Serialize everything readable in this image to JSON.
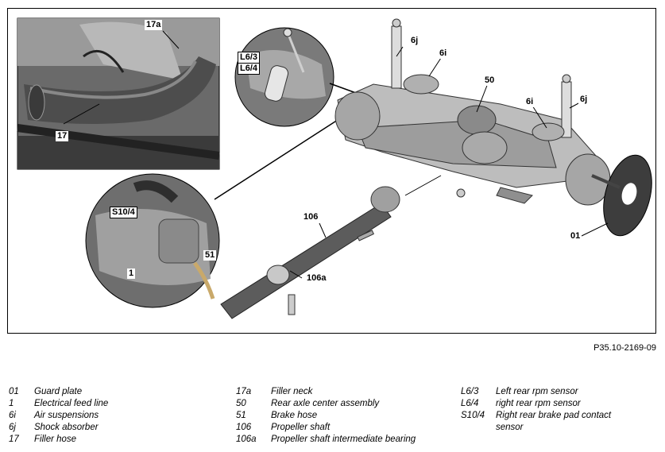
{
  "figure_ref": "P35.10-2169-09",
  "callouts": {
    "c17a": "17a",
    "c17": "17",
    "c6j_left": "6j",
    "c6i_left": "6i",
    "c50": "50",
    "c6i_right": "6i",
    "c6j_right": "6j",
    "cL63": "L6/3",
    "cL64": "L6/4",
    "cS104": "S10/4",
    "c1": "1",
    "c51": "51",
    "c106": "106",
    "c106a": "106a",
    "c01": "01"
  },
  "legend": [
    [
      {
        "code": "01",
        "desc": "Guard plate"
      },
      {
        "code": "1",
        "desc": "Electrical feed line"
      },
      {
        "code": "6i",
        "desc": "Air suspensions"
      },
      {
        "code": "6j",
        "desc": "Shock absorber"
      },
      {
        "code": "17",
        "desc": "Filler hose"
      }
    ],
    [
      {
        "code": "17a",
        "desc": "Filler neck"
      },
      {
        "code": "50",
        "desc": "Rear axle center assembly"
      },
      {
        "code": "51",
        "desc": "Brake hose"
      },
      {
        "code": "106",
        "desc": "Propeller shaft"
      },
      {
        "code": "106a",
        "desc": "Propeller shaft intermediate bearing"
      }
    ],
    [
      {
        "code": "L6/3",
        "desc": "Left rear rpm sensor"
      },
      {
        "code": "L6/4",
        "desc": "right rear rpm sensor"
      },
      {
        "code": "S10/4",
        "desc": "Right rear brake pad contact sensor"
      }
    ]
  ]
}
